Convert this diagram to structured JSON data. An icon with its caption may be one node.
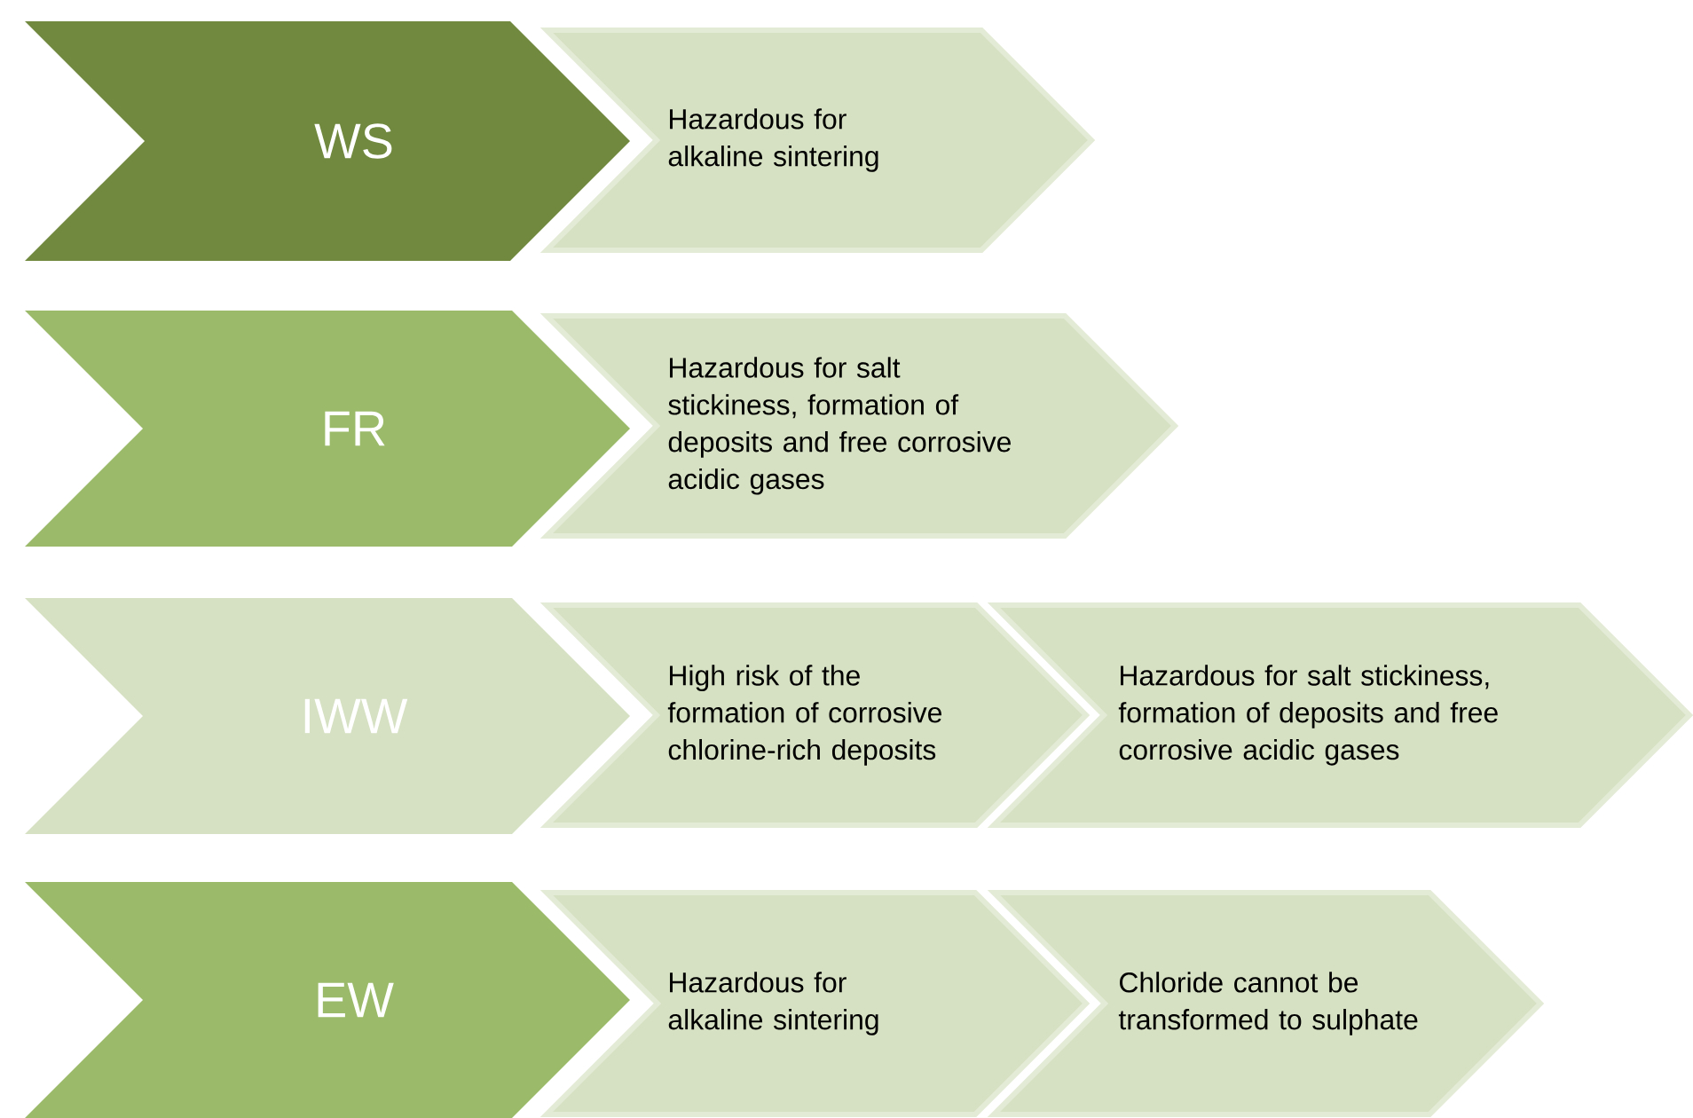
{
  "diagram": {
    "nodes": [
      {
        "text": [
          "WS"
        ]
      },
      {
        "text": [
          "Hazardous for alkaline sintering"
        ]
      },
      {
        "text": [
          "FR"
        ]
      },
      {
        "text": [
          "Hazardous for salt stickiness, formation of deposits and free corrosive acidic gases"
        ]
      },
      {
        "text": [
          "IWW"
        ]
      },
      {
        "text": [
          "High risk of the formation of corrosive chlorine-rich deposits"
        ]
      },
      {
        "text": [
          "Hazardous for salt stickiness, formation of deposits and free corrosive acidic gases"
        ]
      },
      {
        "text": [
          "EW"
        ]
      },
      {
        "text": [
          "Hazardous for alkaline sintering"
        ]
      },
      {
        "text": [
          "Chloride cannot be transformed to sulphate"
        ]
      }
    ]
  }
}
